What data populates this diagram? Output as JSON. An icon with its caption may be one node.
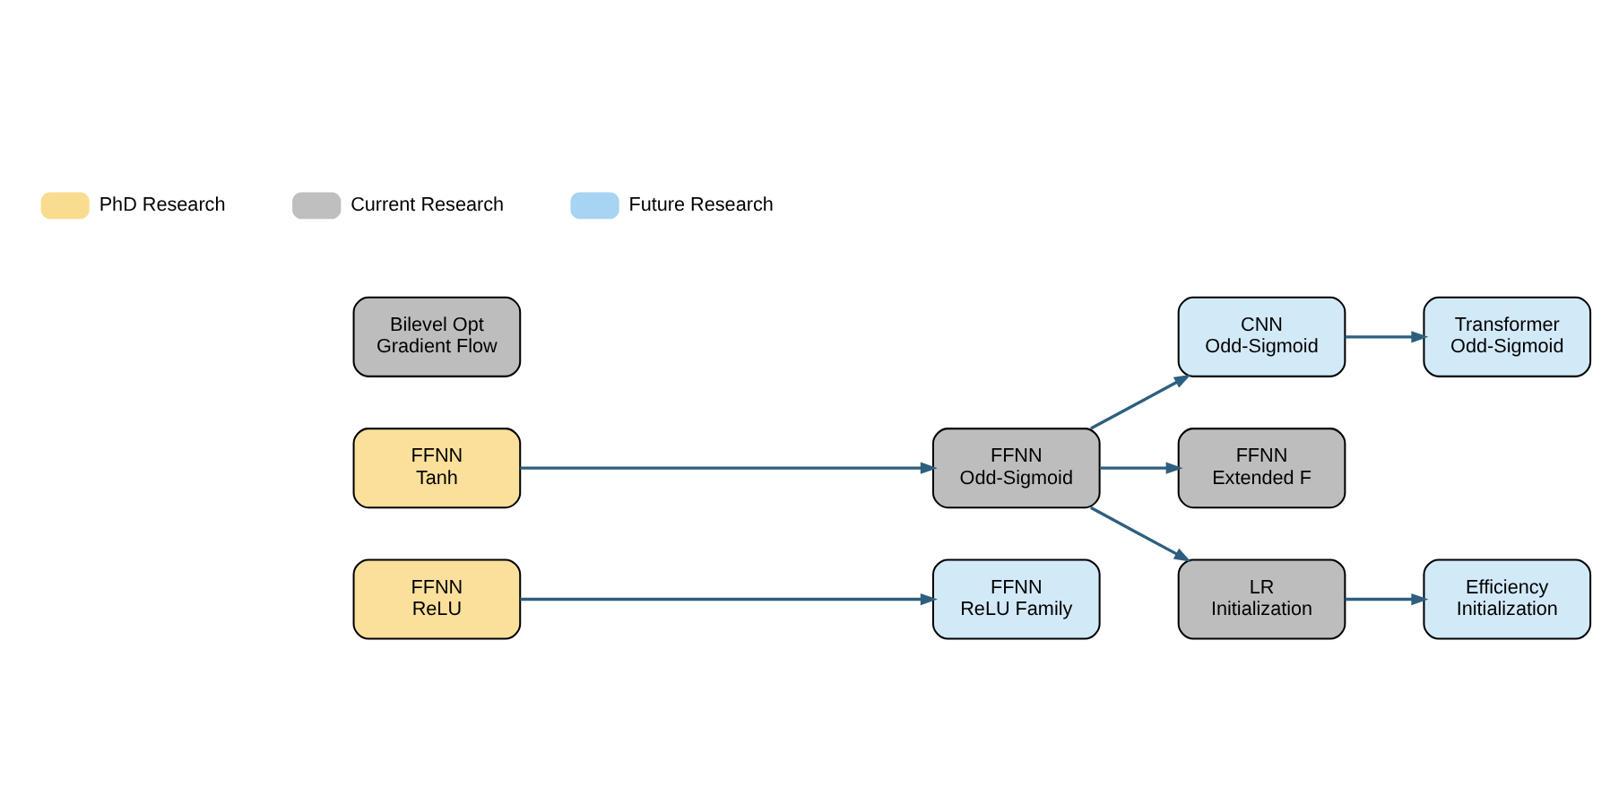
{
  "diagram": {
    "nodes": [
      {
        "text": [
          "FFNN",
          "ReLU"
        ]
      },
      {
        "text": [
          "FFNN",
          "ReLU Family"
        ]
      },
      {
        "text": [
          "CNN",
          "Odd-Sigmoid"
        ]
      },
      {
        "text": [
          "Transformer",
          "Odd-Sigmoid"
        ]
      },
      {
        "text": [
          "FFNN",
          "Tanh"
        ]
      },
      {
        "text": [
          "FFNN",
          "Odd-Sigmoid"
        ]
      },
      {
        "text": [
          "FFNN",
          "Extended F"
        ]
      },
      {
        "text": [
          "Bilevel Opt",
          "Gradient Flow"
        ]
      },
      {
        "text": [
          "LR",
          "Initialization"
        ]
      },
      {
        "text": [
          "Efficiency",
          "Initialization"
        ]
      }
    ],
    "edges": [
      {
        "from": 0,
        "to": 1,
        "arrow": "to"
      },
      {
        "from": 2,
        "to": 3,
        "arrow": "to"
      },
      {
        "from": 4,
        "to": 5,
        "arrow": "to"
      },
      {
        "from": 5,
        "to": 2,
        "arrow": "to"
      },
      {
        "from": 5,
        "to": 6,
        "arrow": "to"
      },
      {
        "from": 5,
        "to": 8,
        "arrow": "to"
      },
      {
        "from": 8,
        "to": 9,
        "arrow": "to"
      }
    ],
    "legend": [
      {
        "text": "PhD Research",
        "color": "#fadc91"
      },
      {
        "text": "Current Research",
        "color": "#bfbfbf"
      },
      {
        "text": "Future Research",
        "color": "#a6d4f2"
      }
    ]
  }
}
